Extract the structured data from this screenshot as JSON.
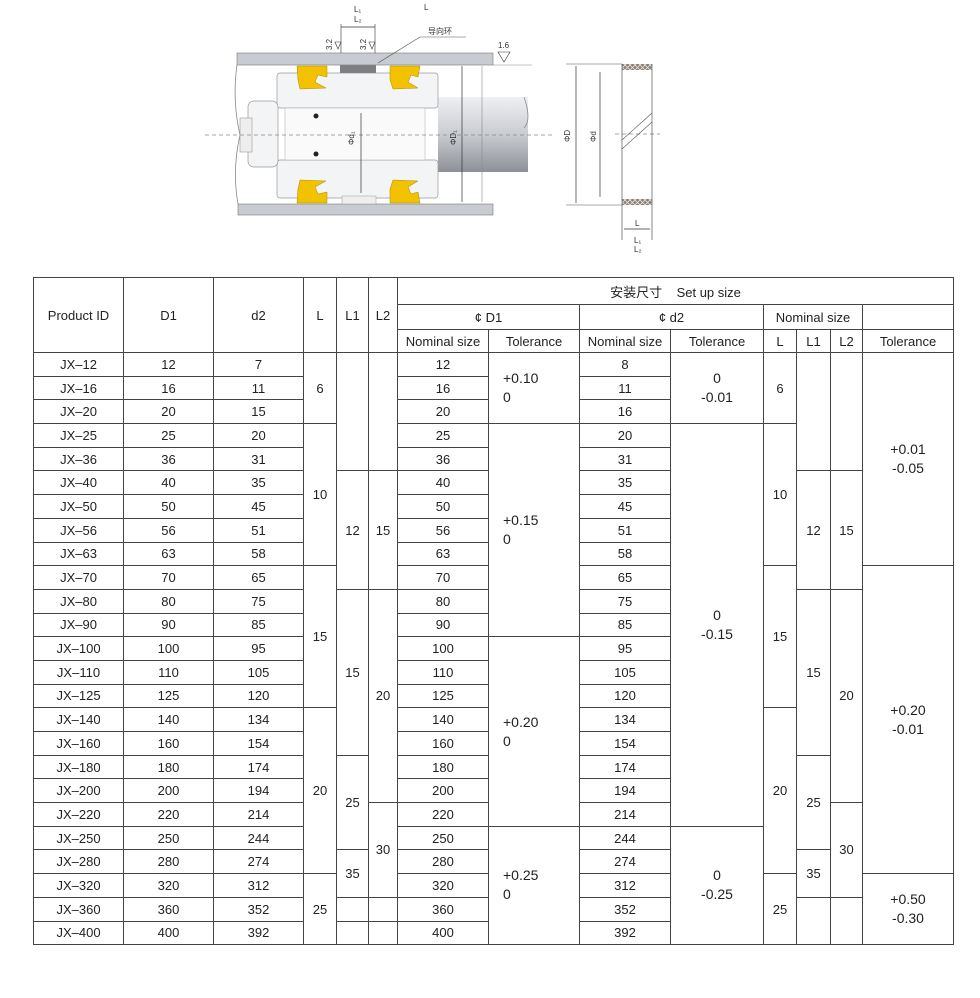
{
  "drawing": {
    "labels": {
      "l1": "L₁",
      "l2": "L₂",
      "l": "L",
      "roughness_a": "3.2",
      "roughness_b": "3.2",
      "roughness_c": "1.6",
      "guide_ring": "导向环",
      "phi_d1": "Φd₁",
      "phi_D1": "ΦD₁",
      "phi_D": "ΦD",
      "phi_d": "Φd",
      "ring_l": "L",
      "ring_l1": "L₁",
      "ring_l2": "L₂"
    },
    "colors": {
      "seal": "#f2c200",
      "wall": "#c8ccd2",
      "guide": "#7d7f82"
    }
  },
  "table": {
    "headers": {
      "product_id": "Product ID",
      "d1": "D1",
      "d2": "d2",
      "l": "L",
      "l1": "L1",
      "l2": "L2",
      "setup": "安装尺寸    Set up size",
      "phi_d1": "¢ D1",
      "phi_d2": "¢ d2",
      "nominal_size_group": "Nominal size",
      "d1_nominal": "Nominal size",
      "d1_tolerance": "Tolerance",
      "d2_nominal": "Nominal size",
      "d2_tolerance": "Tolerance",
      "n_l": "L",
      "n_l1": "L1",
      "n_l2": "L2",
      "tolerance": "Tolerance"
    },
    "rows": [
      {
        "id": "JX–12",
        "D1": "12",
        "d2": "7",
        "nD1": "12",
        "nd2": "8"
      },
      {
        "id": "JX–16",
        "D1": "16",
        "d2": "11",
        "nD1": "16",
        "nd2": "11"
      },
      {
        "id": "JX–20",
        "D1": "20",
        "d2": "15",
        "nD1": "20",
        "nd2": "16"
      },
      {
        "id": "JX–25",
        "D1": "25",
        "d2": "20",
        "nD1": "25",
        "nd2": "20"
      },
      {
        "id": "JX–36",
        "D1": "36",
        "d2": "31",
        "nD1": "36",
        "nd2": "31"
      },
      {
        "id": "JX–40",
        "D1": "40",
        "d2": "35",
        "nD1": "40",
        "nd2": "35"
      },
      {
        "id": "JX–50",
        "D1": "50",
        "d2": "45",
        "nD1": "50",
        "nd2": "45"
      },
      {
        "id": "JX–56",
        "D1": "56",
        "d2": "51",
        "nD1": "56",
        "nd2": "51"
      },
      {
        "id": "JX–63",
        "D1": "63",
        "d2": "58",
        "nD1": "63",
        "nd2": "58"
      },
      {
        "id": "JX–70",
        "D1": "70",
        "d2": "65",
        "nD1": "70",
        "nd2": "65"
      },
      {
        "id": "JX–80",
        "D1": "80",
        "d2": "75",
        "nD1": "80",
        "nd2": "75"
      },
      {
        "id": "JX–90",
        "D1": "90",
        "d2": "85",
        "nD1": "90",
        "nd2": "85"
      },
      {
        "id": "JX–100",
        "D1": "100",
        "d2": "95",
        "nD1": "100",
        "nd2": "95"
      },
      {
        "id": "JX–110",
        "D1": "110",
        "d2": "105",
        "nD1": "110",
        "nd2": "105"
      },
      {
        "id": "JX–125",
        "D1": "125",
        "d2": "120",
        "nD1": "125",
        "nd2": "120"
      },
      {
        "id": "JX–140",
        "D1": "140",
        "d2": "134",
        "nD1": "140",
        "nd2": "134"
      },
      {
        "id": "JX–160",
        "D1": "160",
        "d2": "154",
        "nD1": "160",
        "nd2": "154"
      },
      {
        "id": "JX–180",
        "D1": "180",
        "d2": "174",
        "nD1": "180",
        "nd2": "174"
      },
      {
        "id": "JX–200",
        "D1": "200",
        "d2": "194",
        "nD1": "200",
        "nd2": "194"
      },
      {
        "id": "JX–220",
        "D1": "220",
        "d2": "214",
        "nD1": "220",
        "nd2": "214"
      },
      {
        "id": "JX–250",
        "D1": "250",
        "d2": "244",
        "nD1": "250",
        "nd2": "244"
      },
      {
        "id": "JX–280",
        "D1": "280",
        "d2": "274",
        "nD1": "280",
        "nd2": "274"
      },
      {
        "id": "JX–320",
        "D1": "320",
        "d2": "312",
        "nD1": "320",
        "nd2": "312"
      },
      {
        "id": "JX–360",
        "D1": "360",
        "d2": "352",
        "nD1": "360",
        "nd2": "352"
      },
      {
        "id": "JX–400",
        "D1": "400",
        "d2": "392",
        "nD1": "400",
        "nd2": "392"
      }
    ],
    "groups": {
      "L": [
        {
          "text": "6",
          "span": 3
        },
        {
          "text": "10",
          "span": 6
        },
        {
          "text": "15",
          "span": 6
        },
        {
          "text": "20",
          "span": 7
        },
        {
          "text": "25",
          "span": 3
        }
      ],
      "L1": [
        {
          "text": "",
          "span": 5
        },
        {
          "text": "12",
          "span": 5
        },
        {
          "text": "15",
          "span": 7
        },
        {
          "text": "25",
          "span": 4
        },
        {
          "text": "35",
          "span": 2
        },
        {
          "text": "",
          "span": 1
        },
        {
          "text": "",
          "span": 1
        }
      ],
      "L2": [
        {
          "text": "",
          "span": 5
        },
        {
          "text": "15",
          "span": 5
        },
        {
          "text": "20",
          "span": 9
        },
        {
          "text": "30",
          "span": 4
        },
        {
          "text": "",
          "span": 1
        },
        {
          "text": "",
          "span": 1
        }
      ],
      "tolD1": [
        {
          "text": "+0.10\n0",
          "span": 3
        },
        {
          "text": "+0.15\n0",
          "span": 9
        },
        {
          "text": "+0.20\n0",
          "span": 8
        },
        {
          "text": "+0.25\n0",
          "span": 5
        }
      ],
      "told2": [
        {
          "text": "0\n-0.01",
          "span": 3
        },
        {
          "text": "0\n-0.15",
          "span": 17
        },
        {
          "text": "0\n-0.25",
          "span": 5
        }
      ],
      "nL": [
        {
          "text": "6",
          "span": 3
        },
        {
          "text": "10",
          "span": 6
        },
        {
          "text": "15",
          "span": 6
        },
        {
          "text": "20",
          "span": 7
        },
        {
          "text": "25",
          "span": 3
        }
      ],
      "nL1": [
        {
          "text": "",
          "span": 5
        },
        {
          "text": "12",
          "span": 5
        },
        {
          "text": "15",
          "span": 7
        },
        {
          "text": "25",
          "span": 4
        },
        {
          "text": "35",
          "span": 2
        },
        {
          "text": "",
          "span": 2
        }
      ],
      "nL2": [
        {
          "text": "",
          "span": 5
        },
        {
          "text": "15",
          "span": 5
        },
        {
          "text": "20",
          "span": 9
        },
        {
          "text": "30",
          "span": 4
        },
        {
          "text": "",
          "span": 2
        }
      ],
      "tol": [
        {
          "text": "+0.01\n-0.05",
          "span": 9
        },
        {
          "text": "+0.20\n-0.01",
          "span": 13
        },
        {
          "text": "+0.50\n-0.30",
          "span": 3
        }
      ]
    }
  }
}
